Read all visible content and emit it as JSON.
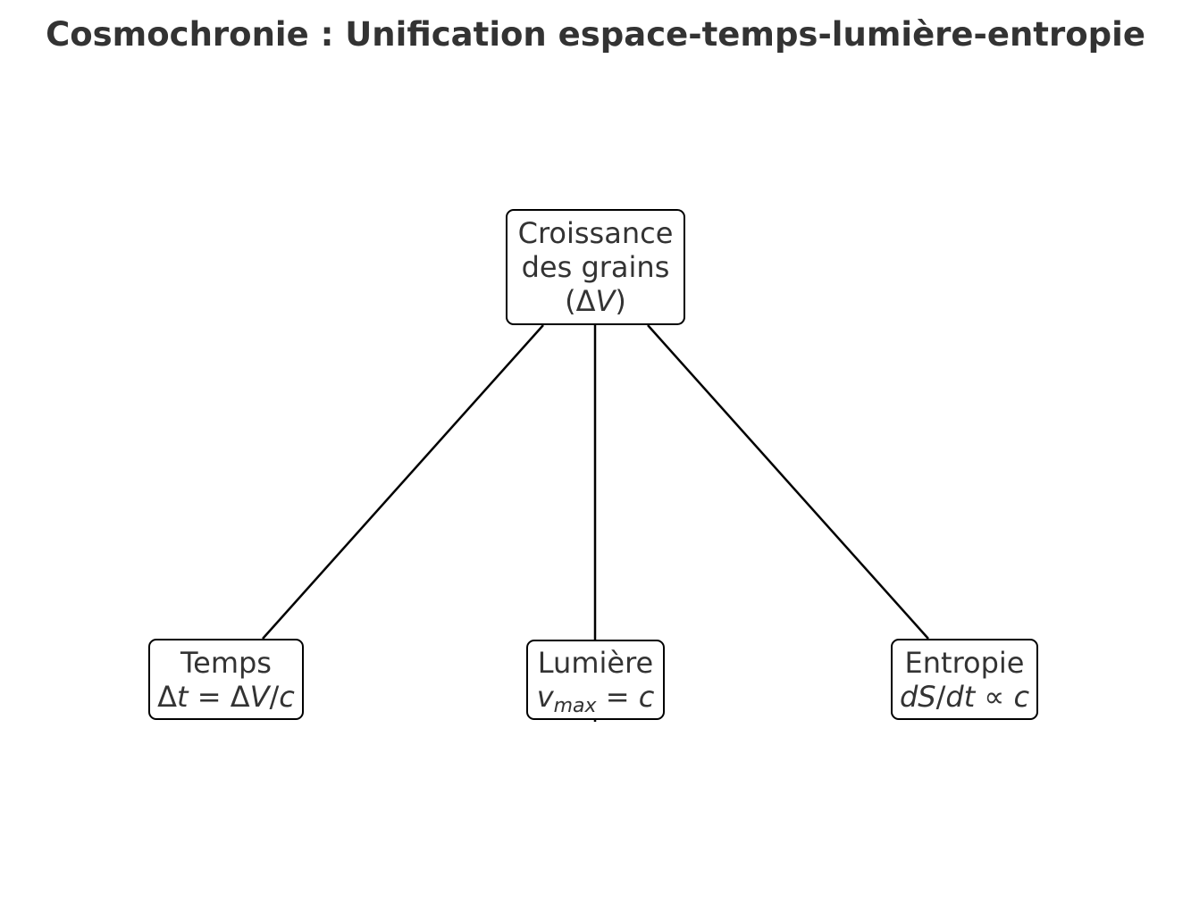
{
  "title": "Cosmochronie : Unification espace-temps-lumière-entropie",
  "nodes": {
    "root": {
      "line1": "Croissance",
      "line2": "des grains",
      "formula_open": "(",
      "formula_delta": "Δ",
      "formula_var": "V",
      "formula_close": ")"
    },
    "temps": {
      "label": "Temps",
      "f_delta1": "Δ",
      "f_t": "t",
      "f_eq": " = ",
      "f_delta2": "Δ",
      "f_V": "V",
      "f_slash": "/",
      "f_c": "c"
    },
    "lumiere": {
      "label": "Lumière",
      "f_v": "v",
      "f_sub": "max",
      "f_eq": " = ",
      "f_c": "c"
    },
    "entropie": {
      "label": "Entropie",
      "f_dS": "dS",
      "f_slash": "/",
      "f_dt": "dt",
      "f_prop": " ∝ ",
      "f_c": "c"
    }
  },
  "edges": [
    {
      "from": "root",
      "to": "temps"
    },
    {
      "from": "root",
      "to": "lumiere"
    },
    {
      "from": "root",
      "to": "entropie"
    }
  ],
  "colors": {
    "text": "#333333",
    "stroke": "#000000",
    "background": "#ffffff"
  }
}
